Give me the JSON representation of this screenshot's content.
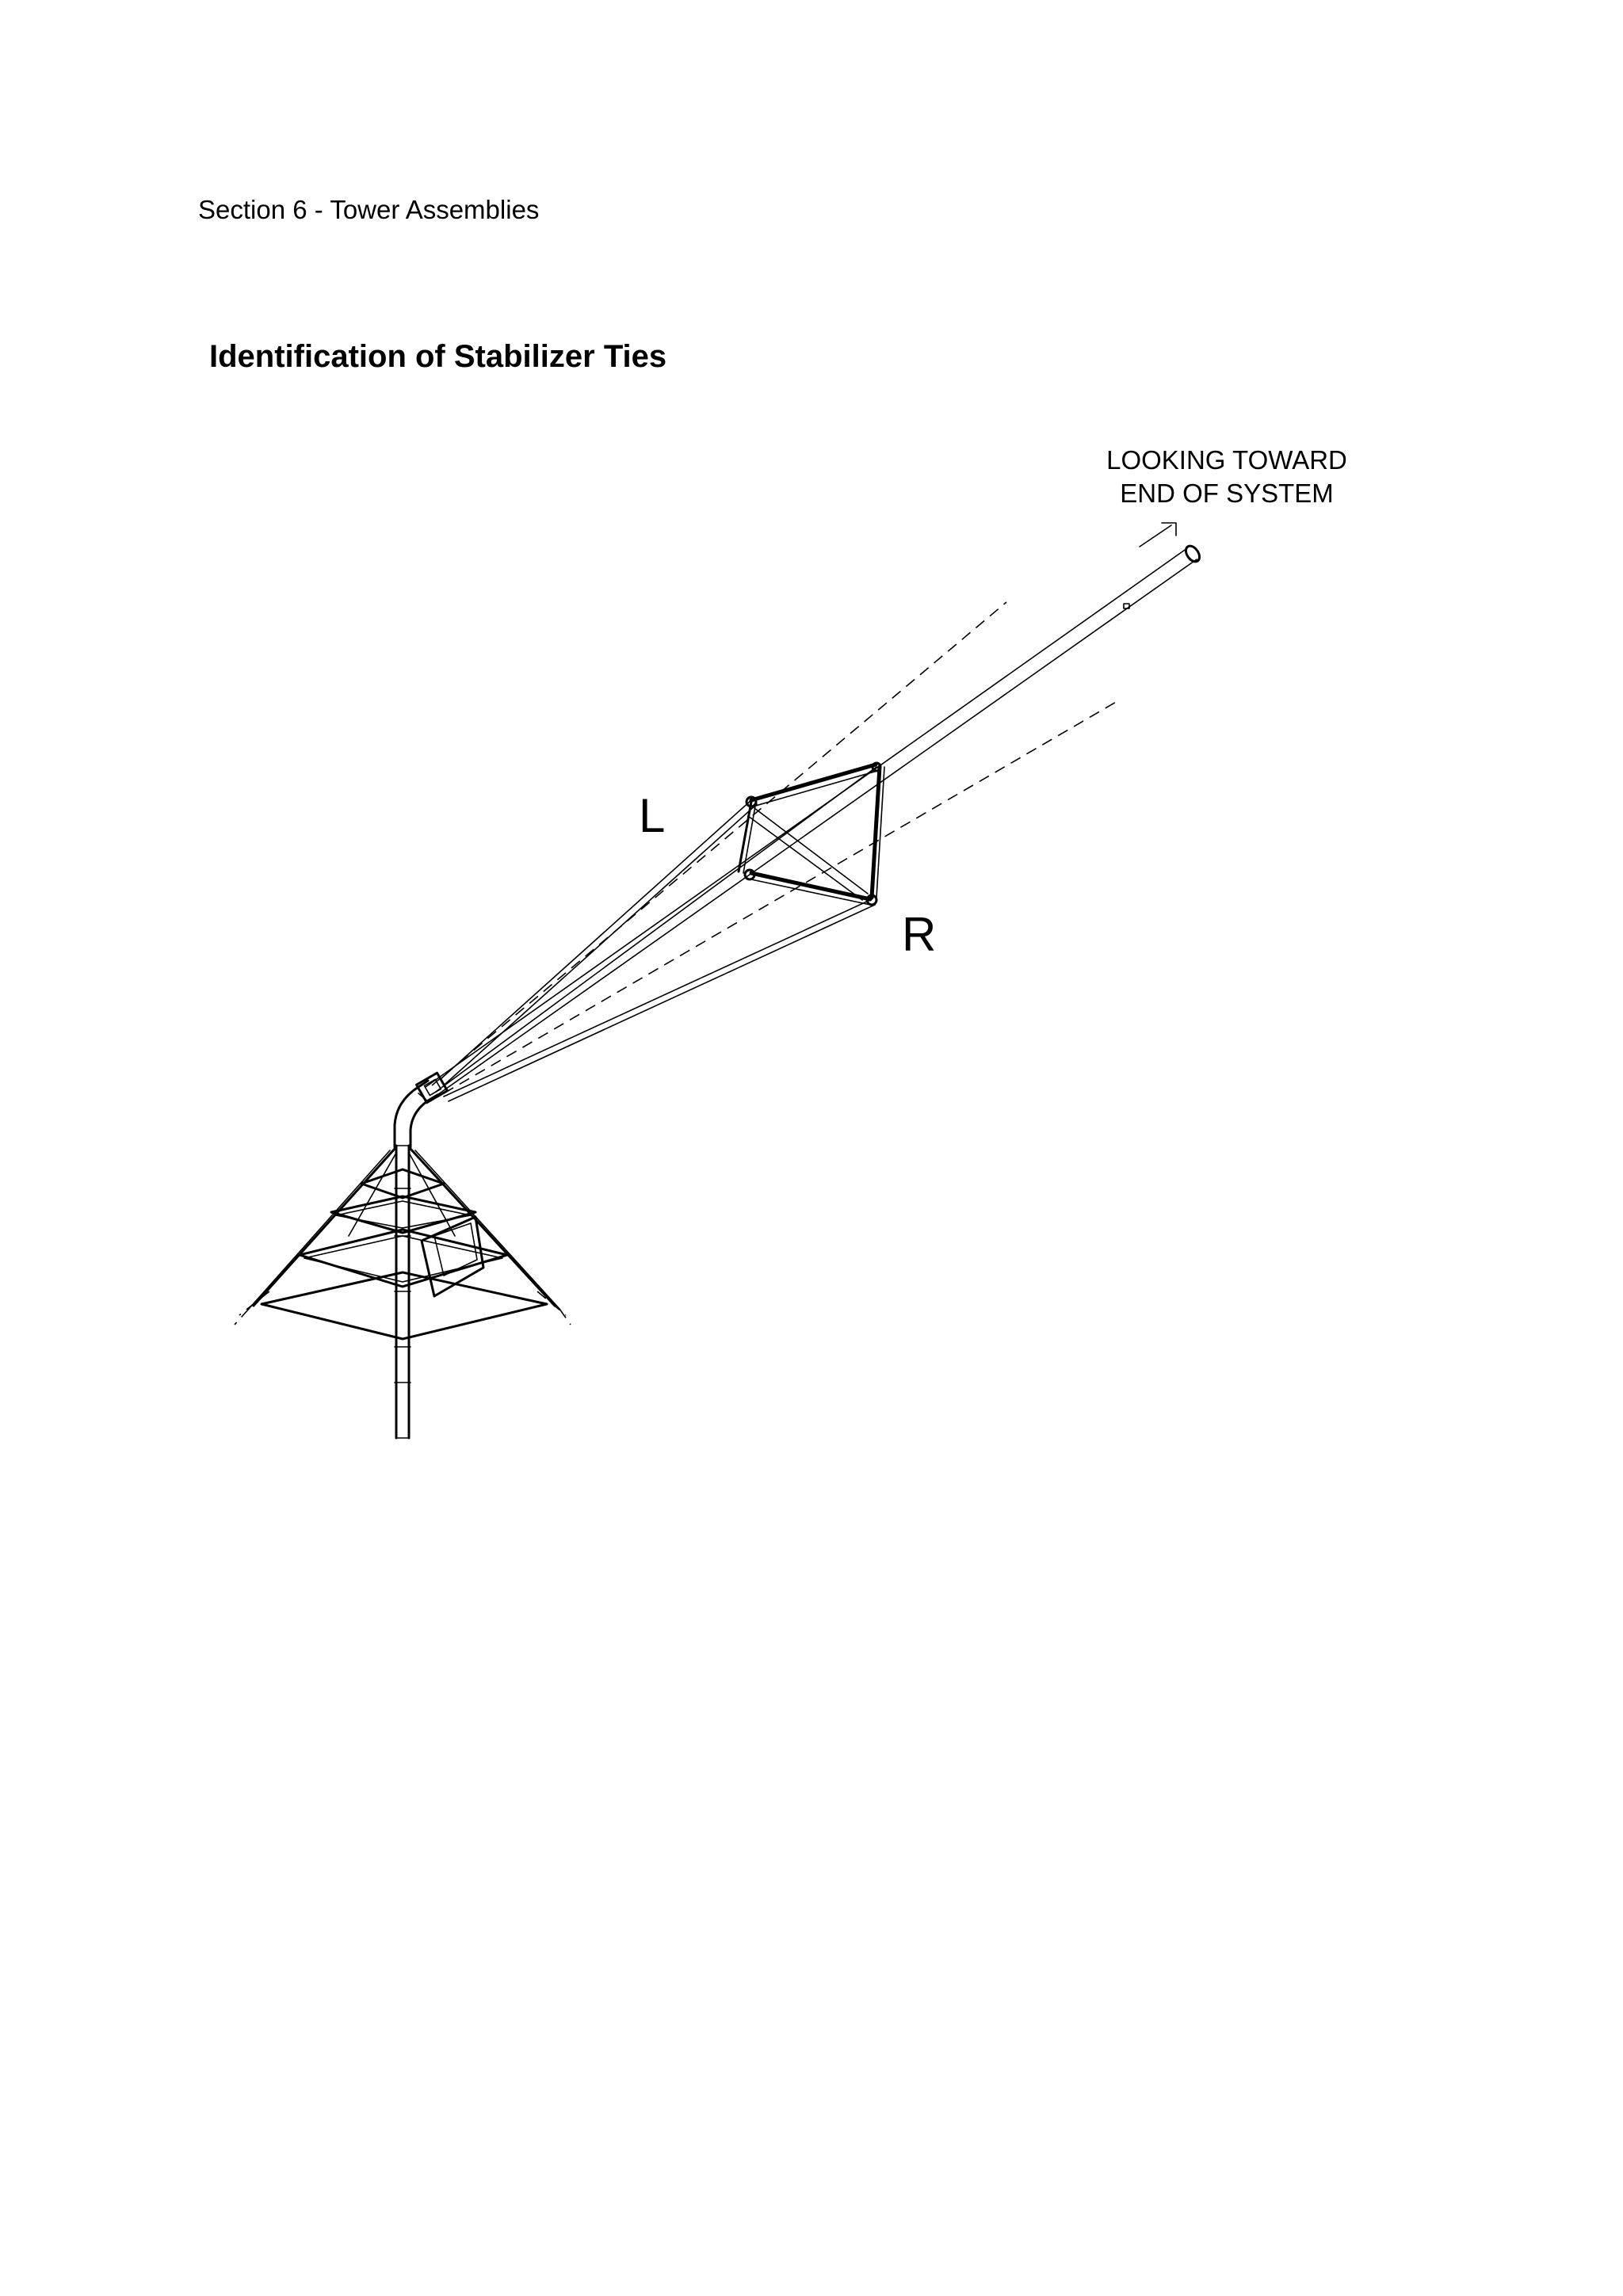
{
  "header": {
    "section": "Section 6 - Tower Assemblies"
  },
  "figure": {
    "title": "Identification of Stabilizer Ties",
    "view_label_line1": "LOOKING TOWARD",
    "view_label_line2": "END OF SYSTEM",
    "left_label": "L",
    "right_label": "R"
  }
}
